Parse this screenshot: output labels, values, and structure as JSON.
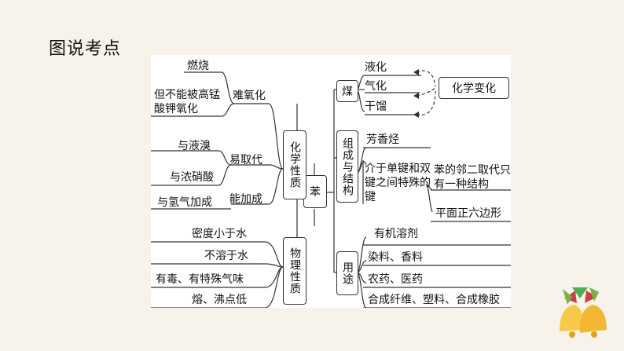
{
  "slide_title": "图说考点",
  "center": "苯",
  "branches": {
    "chem": {
      "label": "化学性质",
      "groups": [
        {
          "label": "难氧化",
          "items": [
            "燃烧",
            "但不能被高锰酸钾氧化"
          ]
        },
        {
          "label": "易取代",
          "items": [
            "与液溴",
            "与浓硝酸"
          ]
        },
        {
          "label": "能加成",
          "items": [
            "与氢气加成"
          ]
        }
      ]
    },
    "phys": {
      "label": "物理性质",
      "items": [
        "密度小于水",
        "不溶于水",
        "有毒、有特殊气味",
        "熔、沸点低"
      ]
    },
    "coal": {
      "label": "煤",
      "items": [
        "液化",
        "气化",
        "干馏"
      ],
      "note": "化学变化"
    },
    "structure": {
      "label": "组成与结构",
      "items": [
        "芳香烃",
        "介于单键和双键之间特殊的键"
      ],
      "sub_items": [
        "苯的邻二取代只有一种结构",
        "平面正六边形"
      ]
    },
    "uses": {
      "label": "用途",
      "items": [
        "有机溶剂",
        "染料、香料",
        "农药、医药",
        "合成纤维、塑料、合成橡胶"
      ]
    }
  }
}
